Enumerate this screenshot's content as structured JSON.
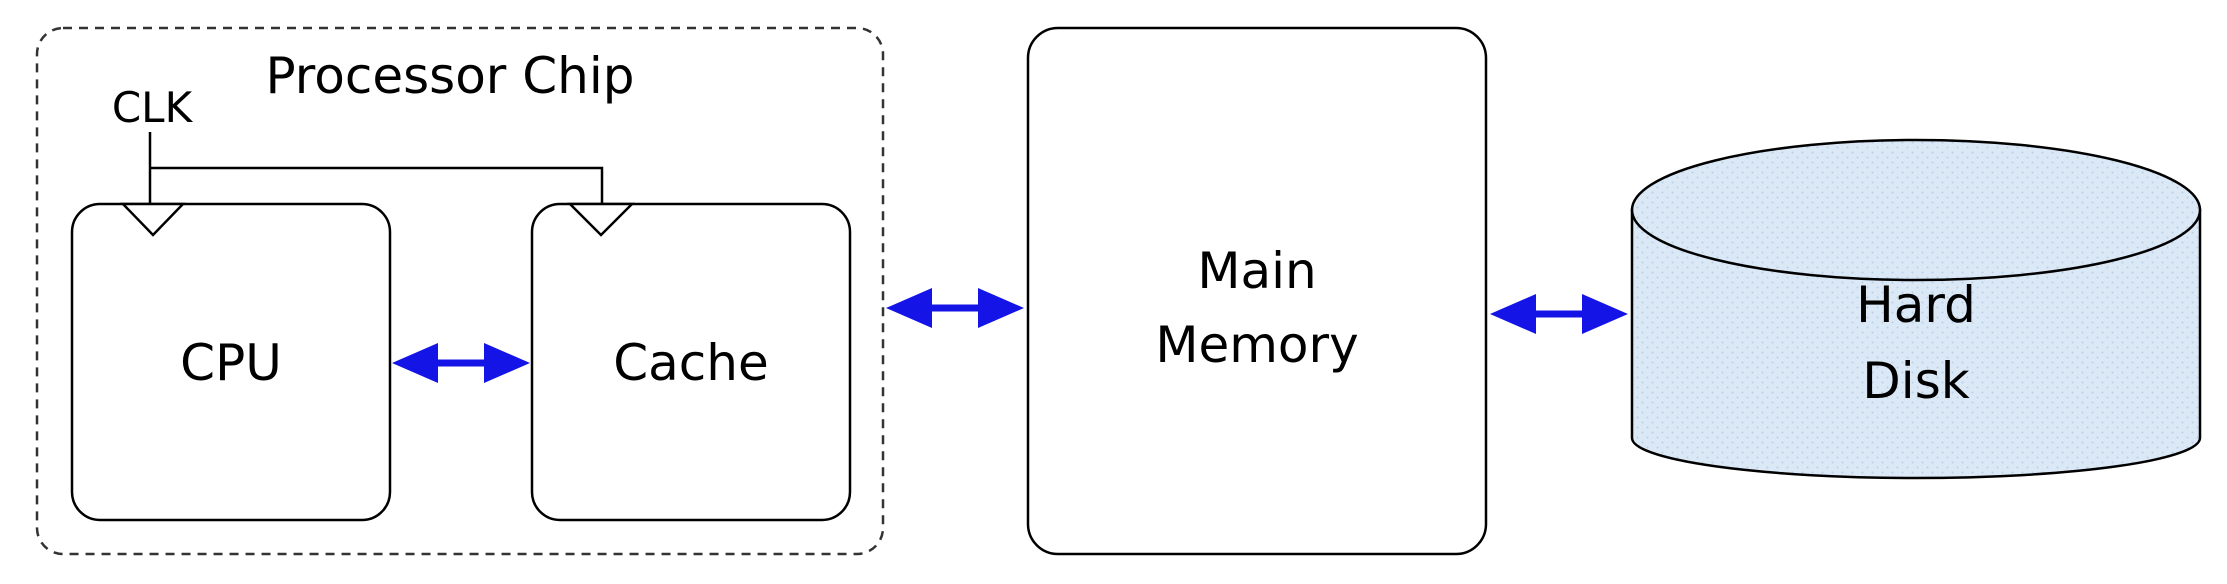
{
  "labels": {
    "processor_chip": "Processor Chip",
    "clk": "CLK",
    "cpu": "CPU",
    "cache": "Cache",
    "main_memory_line1": "Main",
    "main_memory_line2": "Memory",
    "hard_disk_line1": "Hard",
    "hard_disk_line2": "Disk"
  },
  "colors": {
    "arrow": "#1414e6",
    "disk_fill": "#dbe8f6",
    "stroke": "#000000",
    "dashed_border": "#333333"
  }
}
